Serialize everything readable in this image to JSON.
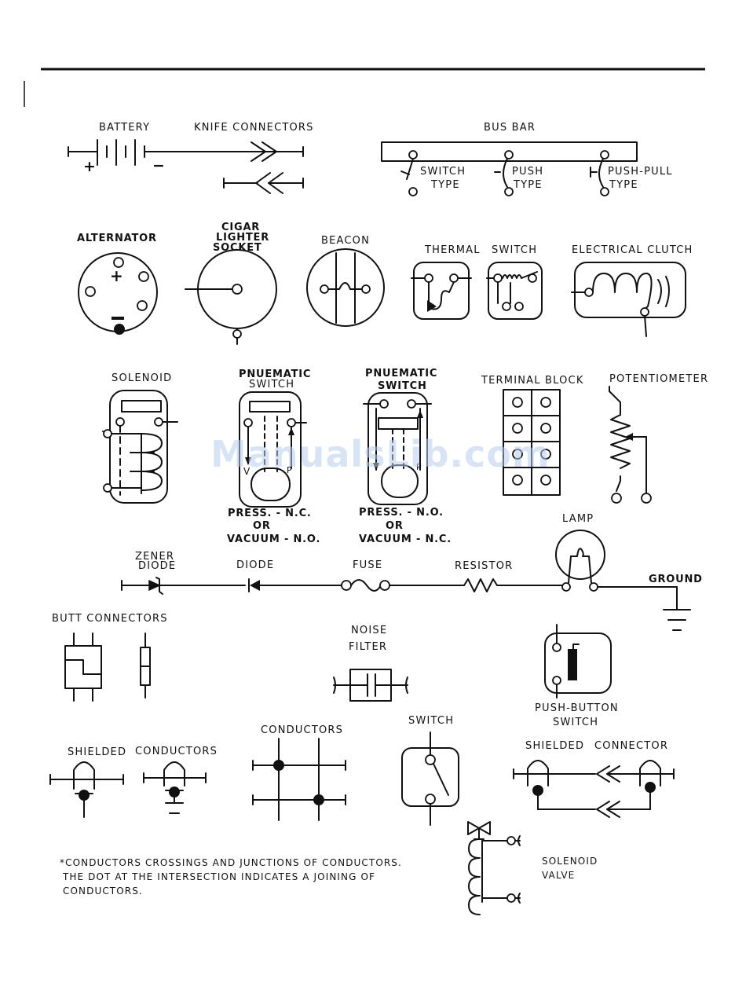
{
  "labels": {
    "battery": "BATTERY",
    "battery_plus": "+",
    "battery_minus": "−",
    "knife_connectors": "KNIFE CONNECTORS",
    "bus_bar": "BUS BAR",
    "switch_type_1": "SWITCH",
    "switch_type_2": "TYPE",
    "push_type_1": "PUSH",
    "push_type_2": "TYPE",
    "push_pull_type_1": "PUSH-PULL",
    "push_pull_type_2": "TYPE",
    "alternator": "ALTERNATOR",
    "cigar_1": "CIGAR",
    "cigar_2": "LIGHTER",
    "cigar_3": "SOCKET",
    "beacon": "BEACON",
    "thermal": "THERMAL",
    "switch_thermal": "SWITCH",
    "electrical_clutch": "ELECTRICAL CLUTCH",
    "solenoid": "SOLENOID",
    "pneumatic_1a": "PNUEMATIC",
    "pneumatic_1b": "SWITCH",
    "pneumatic_1_note_1": "PRESS. - N.C.",
    "pneumatic_1_note_2": "OR",
    "pneumatic_1_note_3": "VACUUM - N.O.",
    "pneumatic_2a": "PNUEMATIC",
    "pneumatic_2b": "SWITCH",
    "pneumatic_2_note_1": "PRESS. - N.O.",
    "pneumatic_2_note_2": "OR",
    "pneumatic_2_note_3": "VACUUM - N.C.",
    "terminal_block": "TERMINAL BLOCK",
    "potentiometer": "POTENTIOMETER",
    "zener_1": "ZENER",
    "zener_2": "DIODE",
    "diode": "DIODE",
    "fuse": "FUSE",
    "resistor": "RESISTOR",
    "lamp": "LAMP",
    "ground": "GROUND",
    "butt_connectors": "BUTT CONNECTORS",
    "noise_1": "NOISE",
    "noise_2": "FILTER",
    "push_button_1": "PUSH-BUTTON",
    "push_button_2": "SWITCH",
    "shielded": "SHIELDED",
    "conductors_s": "CONDUCTORS",
    "conductors": "CONDUCTORS",
    "switch": "SWITCH",
    "shielded_connector_1": "SHIELDED",
    "shielded_connector_2": "CONNECTOR",
    "solenoid_valve_1": "SOLENOID",
    "solenoid_valve_2": "VALVE",
    "pneumatic_v": "V",
    "pneumatic_p": "P"
  },
  "footnote": [
    "*CONDUCTORS CROSSINGS AND JUNCTIONS OF CONDUCTORS.",
    "THE DOT AT THE INTERSECTION INDICATES A JOINING OF",
    "CONDUCTORS."
  ],
  "watermark": "ManualsLib.com"
}
